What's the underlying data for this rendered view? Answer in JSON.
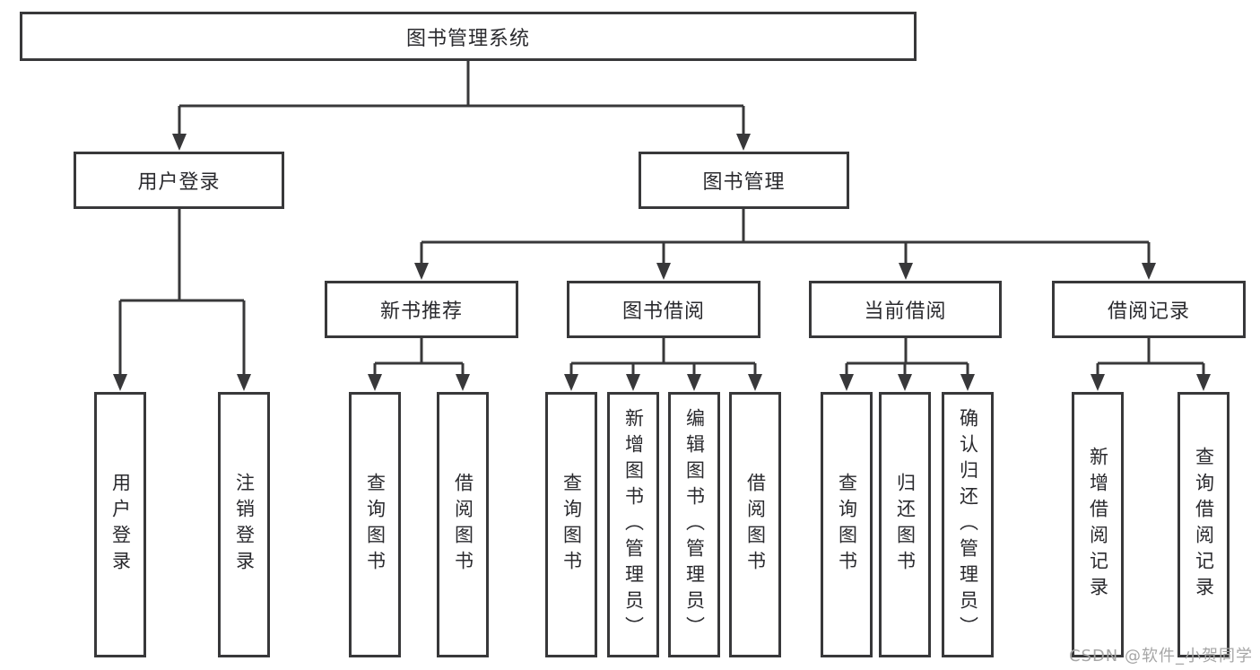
{
  "diagram_title": "图书管理系统",
  "colors": {
    "line": "#38383a",
    "text": "#2a2a2e",
    "watermark": "#a6a6a6",
    "background": "#ffffff"
  },
  "watermark": {
    "text": "CSDN @软件_小贺同学"
  },
  "tree": {
    "root": {
      "label": "图书管理系统",
      "children": [
        {
          "label": "用户登录",
          "children": [
            {
              "label": "用户登录"
            },
            {
              "label": "注销登录"
            }
          ]
        },
        {
          "label": "图书管理",
          "children": [
            {
              "label": "新书推荐",
              "children": [
                {
                  "label": "查询图书"
                },
                {
                  "label": "借阅图书"
                }
              ]
            },
            {
              "label": "图书借阅",
              "children": [
                {
                  "label": "查询图书"
                },
                {
                  "label": "新增图书（管理员）"
                },
                {
                  "label": "编辑图书（管理员）"
                },
                {
                  "label": "借阅图书"
                }
              ]
            },
            {
              "label": "当前借阅",
              "children": [
                {
                  "label": "查询图书"
                },
                {
                  "label": "归还图书"
                },
                {
                  "label": "确认归还（管理员）"
                }
              ]
            },
            {
              "label": "借阅记录",
              "children": [
                {
                  "label": "新增借阅记录"
                },
                {
                  "label": "查询借阅记录"
                }
              ]
            }
          ]
        }
      ]
    }
  }
}
